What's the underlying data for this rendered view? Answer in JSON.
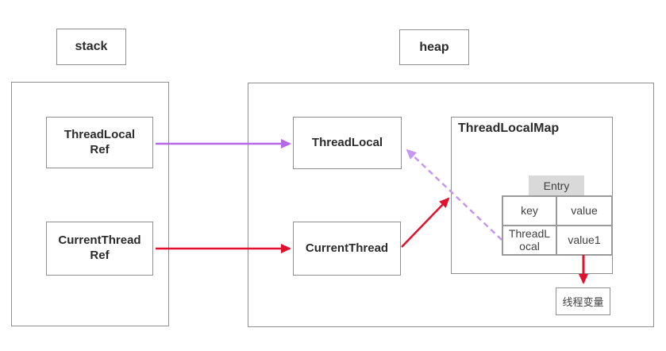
{
  "stack_region": {
    "label": "stack",
    "nodes": {
      "threadlocal_ref": "ThreadLocal\nRef",
      "currentthread_ref": "CurrentThread\nRef"
    }
  },
  "heap_region": {
    "label": "heap",
    "nodes": {
      "threadlocal": "ThreadLocal",
      "currentthread": "CurrentThread"
    },
    "threadlocal_map": {
      "title": "ThreadLocalMap",
      "entry_label": "Entry",
      "table": {
        "headers": [
          "key",
          "value"
        ],
        "row": [
          "ThreadL\nocal",
          "value1"
        ]
      }
    },
    "thread_variable": "线程变量"
  },
  "colors": {
    "purple_solid_arrow": "#b468e9",
    "purple_dashed_arrow": "#c597f0",
    "red_arrow": "#e0112e",
    "box_border": "#8f8f8f",
    "entry_header_bg": "#d9d9d9",
    "bold_text": "#2b2b2b",
    "regular_text": "#404040"
  },
  "arrows": [
    {
      "name": "threadlocalref-to-threadlocal",
      "style": "solid",
      "color": "purple"
    },
    {
      "name": "currentthreadref-to-currentthread",
      "style": "solid",
      "color": "red"
    },
    {
      "name": "currentthread-to-threadlocalmap",
      "style": "solid",
      "color": "red"
    },
    {
      "name": "entry-key-to-threadlocal",
      "style": "dashed",
      "color": "purple"
    },
    {
      "name": "value1-to-thread-variable",
      "style": "solid",
      "color": "red"
    }
  ]
}
